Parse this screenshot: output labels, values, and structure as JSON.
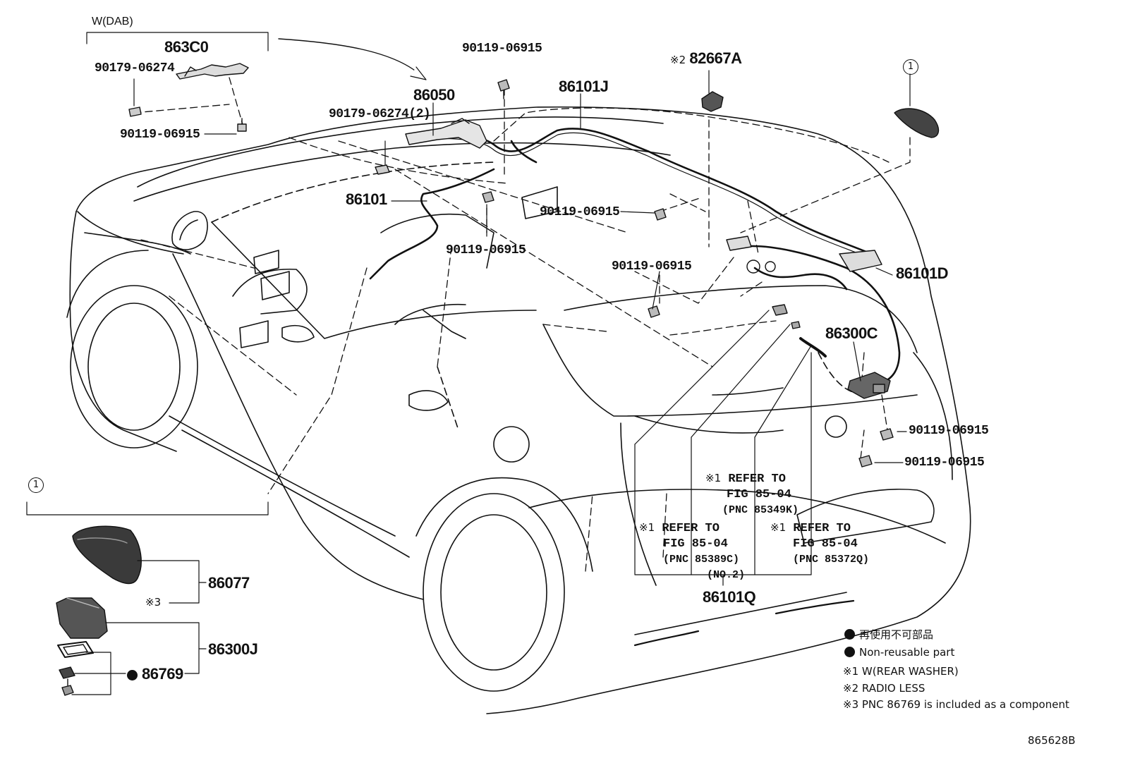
{
  "header": {
    "w_dab": "W(DAB)"
  },
  "parts": {
    "p863C0": "863C0",
    "p90179_06274_top": "90179-06274",
    "p90119_06915_top": "90119-06915",
    "p86050": "86050",
    "p90119_06915_86050": "90119-06915",
    "p90179_06274_2": "90179-06274(2)",
    "p86101J": "86101J",
    "p82667A_mark": "※2",
    "p82667A": "82667A",
    "p86101": "86101",
    "p90119_06915_mid1": "90119-06915",
    "p90119_06915_mid2": "90119-06915",
    "p90119_06915_mid3": "90119-06915",
    "p86101D": "86101D",
    "p86300C": "86300C",
    "p90119_06915_right1": "90119-06915",
    "p90119_06915_right2": "90119-06915",
    "p86101Q": "86101Q",
    "p86077": "86077",
    "p86077_note": "※3",
    "p86300J": "86300J",
    "p86769": "86769"
  },
  "callouts": {
    "one_top": "1",
    "one_left": "1"
  },
  "refs": [
    {
      "mark": "※1",
      "line1": "REFER TO",
      "line2": "FIG 85-04",
      "line3": "(PNC 85349K)",
      "line4": ""
    },
    {
      "mark": "※1",
      "line1": "REFER TO",
      "line2": "FIG 85-04",
      "line3": "(PNC 85389C)",
      "line4": "(NO.2)"
    },
    {
      "mark": "※1",
      "line1": "REFER TO",
      "line2": "FIG 85-04",
      "line3": "(PNC 85372Q)",
      "line4": ""
    }
  ],
  "legend": {
    "jp": "再使用不可部品",
    "en": "Non-reusable part",
    "n1": "※1 W(REAR WASHER)",
    "n2": "※2 RADIO LESS",
    "n3": "※3 PNC 86769 is included as a component"
  },
  "figure_id": "865628B"
}
